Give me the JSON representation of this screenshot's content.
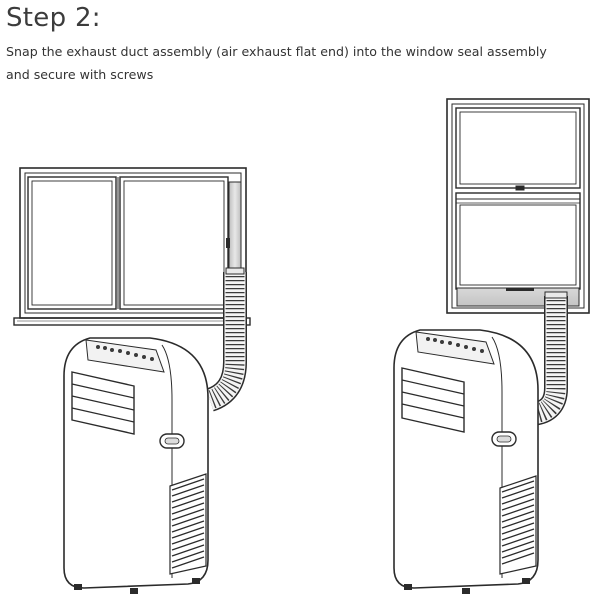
{
  "step": {
    "title": "Step 2:",
    "instruction_line1": "Snap the exhaust duct assembly (air exhaust flat end) into the window seal assembly",
    "instruction_line2": "and secure with screws"
  },
  "figures": [
    {
      "window_type": "sliding-window"
    },
    {
      "window_type": "hung-window"
    }
  ]
}
